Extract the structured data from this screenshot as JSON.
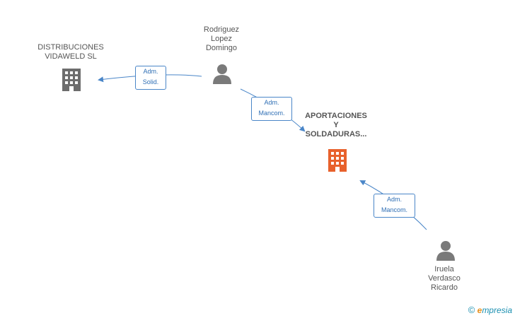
{
  "nodes": {
    "distribuciones": {
      "lines": [
        "DISTRIBUCIONES",
        "VIDAWELD SL"
      ],
      "type": "company",
      "color": "#6d6d6d"
    },
    "aportaciones": {
      "lines": [
        "APORTACIONES",
        "Y",
        "SOLDADURAS..."
      ],
      "type": "company",
      "color": "#e8612c"
    },
    "rodriguez": {
      "lines": [
        "Rodriguez",
        "Lopez",
        "Domingo"
      ],
      "type": "person",
      "color": "#7a7a7a"
    },
    "iruela": {
      "lines": [
        "Iruela",
        "Verdasco",
        "Ricardo"
      ],
      "type": "person",
      "color": "#7a7a7a"
    }
  },
  "edges": [
    {
      "role_lines": [
        "Adm.",
        "Solid."
      ]
    },
    {
      "role_lines": [
        "Adm.",
        "Mancom."
      ]
    },
    {
      "role_lines": [
        "Adm.",
        "Mancom."
      ]
    }
  ],
  "colors": {
    "edge": "#4a86c8",
    "role_text": "#2f6fb5"
  },
  "brand": {
    "copyright": "©",
    "initial": "e",
    "rest": "mpresia"
  }
}
